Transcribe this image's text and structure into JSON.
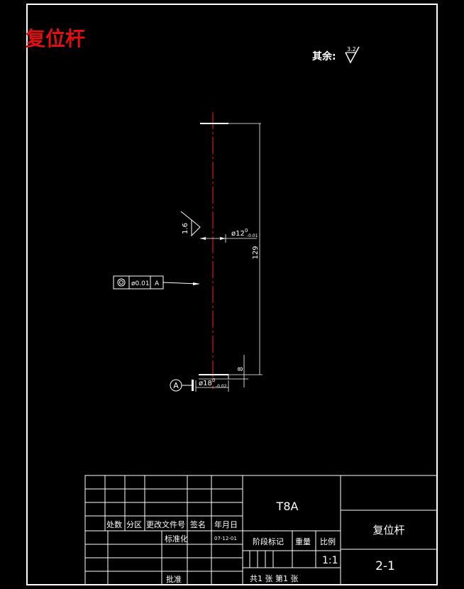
{
  "drawing": {
    "title_red": "复位杆",
    "surface_note": "其余:",
    "surface_note_value": "3.2",
    "dims": {
      "length": "129",
      "dia_main": "ø12",
      "dia_main_tol_upper": "0",
      "dia_main_tol_lower": "-0.01",
      "roughness": "1.6",
      "head_dia": "ø18",
      "head_tol_upper": "0",
      "head_tol_lower": "-0.02",
      "head_thickness": "8"
    },
    "tolerance_frame": {
      "symbol": "◎",
      "value": "ø0.01",
      "datum": "A"
    },
    "datum_label": "A"
  },
  "title_block": {
    "material": "T8A",
    "part_name": "复位杆",
    "drawing_no": "2-1",
    "scale": "1:1",
    "scale_label": "比例",
    "weight_label": "重量",
    "stage_label": "阶段标记",
    "sheets": "共1  张  第1 张",
    "row_labels": {
      "col1": "处数",
      "col2": "分区",
      "col3": "更改文件号",
      "col4": "签名",
      "col5": "年月日"
    },
    "standardize": "标准化",
    "date": "07-12-01",
    "approve": "批准"
  }
}
